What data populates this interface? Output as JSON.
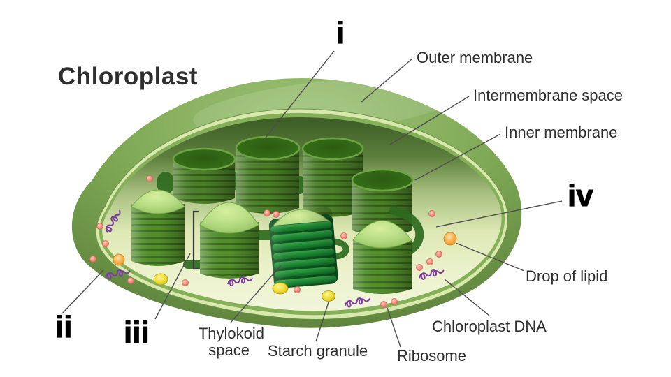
{
  "title": "Chloroplast",
  "labels": {
    "outer_membrane": "Outer membrane",
    "intermembrane_space": "Intermembrane space",
    "inner_membrane": "Inner membrane",
    "drop_of_lipid": "Drop of lipid",
    "chloroplast_dna": "Chloroplast DNA",
    "ribosome": "Ribosome",
    "starch_granule": "Starch granule",
    "thylokoid_space_line1": "Thylokoid",
    "thylokoid_space_line2": "space",
    "numeral_i": "i",
    "numeral_ii": "ii",
    "numeral_iii": "iii",
    "numeral_iv": "iv"
  },
  "colors": {
    "background": "#ffffff",
    "outer_membrane_green": "#7fa956",
    "intermembrane_pale": "#d9e9ad",
    "inner_membrane_green": "#86af59",
    "stroma_top_dark": "#3f6128",
    "stroma_bottom_light": "#f1f5da",
    "granum_body_green": "#4a7f28",
    "granum_cap_light_green": "#b5dc82",
    "thylakoid_bright_green": "#1f8c35",
    "lamella_dark_green": "#2d6a1e",
    "starch_yellow": "#eedc33",
    "ribosome_salmon": "#f48d7c",
    "dna_purple": "#7d3aa0",
    "lipid_orange": "#f8b14d",
    "leader_line_gray": "#4f4f4f",
    "text_dark": "#2e2e2e"
  }
}
